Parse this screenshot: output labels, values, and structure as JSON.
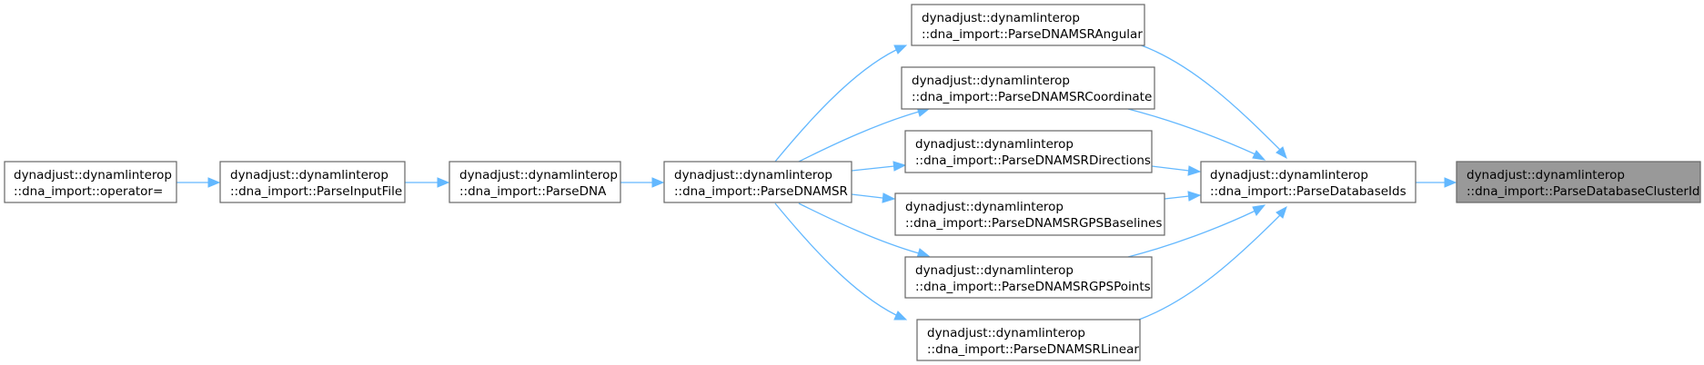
{
  "nodes": {
    "clusterid": {
      "line1": "dynadjust::dynamlinterop",
      "line2": "::dna_import::ParseDatabaseClusterId"
    },
    "dbids": {
      "line1": "dynadjust::dynamlinterop",
      "line2": "::dna_import::ParseDatabaseIds"
    },
    "angular": {
      "line1": "dynadjust::dynamlinterop",
      "line2": "::dna_import::ParseDNAMSRAngular"
    },
    "coordinate": {
      "line1": "dynadjust::dynamlinterop",
      "line2": "::dna_import::ParseDNAMSRCoordinate"
    },
    "directions": {
      "line1": "dynadjust::dynamlinterop",
      "line2": "::dna_import::ParseDNAMSRDirections"
    },
    "gpsbaselines": {
      "line1": "dynadjust::dynamlinterop",
      "line2": "::dna_import::ParseDNAMSRGPSBaselines"
    },
    "gpspoints": {
      "line1": "dynadjust::dynamlinterop",
      "line2": "::dna_import::ParseDNAMSRGPSPoints"
    },
    "linear": {
      "line1": "dynadjust::dynamlinterop",
      "line2": "::dna_import::ParseDNAMSRLinear"
    },
    "msr": {
      "line1": "dynadjust::dynamlinterop",
      "line2": "::dna_import::ParseDNAMSR"
    },
    "dna": {
      "line1": "dynadjust::dynamlinterop",
      "line2": "::dna_import::ParseDNA"
    },
    "inputfile": {
      "line1": "dynadjust::dynamlinterop",
      "line2": "::dna_import::ParseInputFile"
    },
    "operator": {
      "line1": "dynadjust::dynamlinterop",
      "line2": "::dna_import::operator="
    }
  },
  "colors": {
    "edge": "#63b8ff",
    "highlight_fill": "#999999",
    "node_border": "#666666"
  }
}
